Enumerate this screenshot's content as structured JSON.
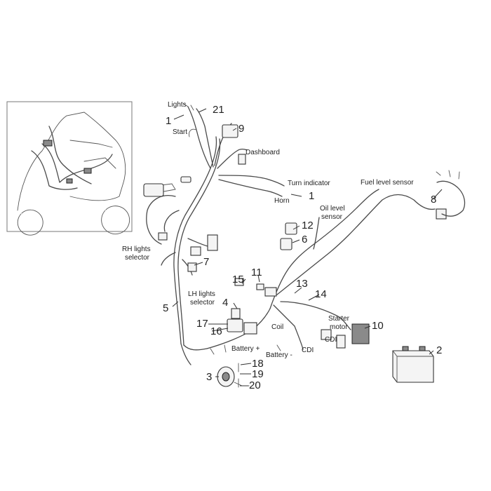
{
  "labels": {
    "lights": "Lights",
    "start": "Start",
    "dashboard": "Dashboard",
    "turn_indicator": "Turn indicator",
    "horn": "Horn",
    "fuel_level_sensor": "Fuel level sensor",
    "oil_level_1": "Oil level",
    "oil_level_2": "sensor",
    "rh_lights_1": "RH lights",
    "rh_lights_2": "selector",
    "lh_lights_1": "LH lights",
    "lh_lights_2": "selector",
    "starter_1": "Starter",
    "starter_2": "motor",
    "coil": "Coil",
    "cdi_1": "CDI",
    "cdi_2": "CDI",
    "battery_plus": "Battery +",
    "battery_minus": "Battery -"
  },
  "callouts": {
    "n1a": "1",
    "n1b": "1",
    "n2": "2",
    "n3": "3",
    "n4": "4",
    "n5": "5",
    "n6": "6",
    "n7": "7",
    "n8": "8",
    "n9": "9",
    "n10": "10",
    "n11": "11",
    "n12": "12",
    "n13": "13",
    "n14": "14",
    "n15": "15",
    "n16": "16",
    "n17": "17",
    "n18": "18",
    "n19": "19",
    "n20": "20",
    "n21": "21"
  }
}
